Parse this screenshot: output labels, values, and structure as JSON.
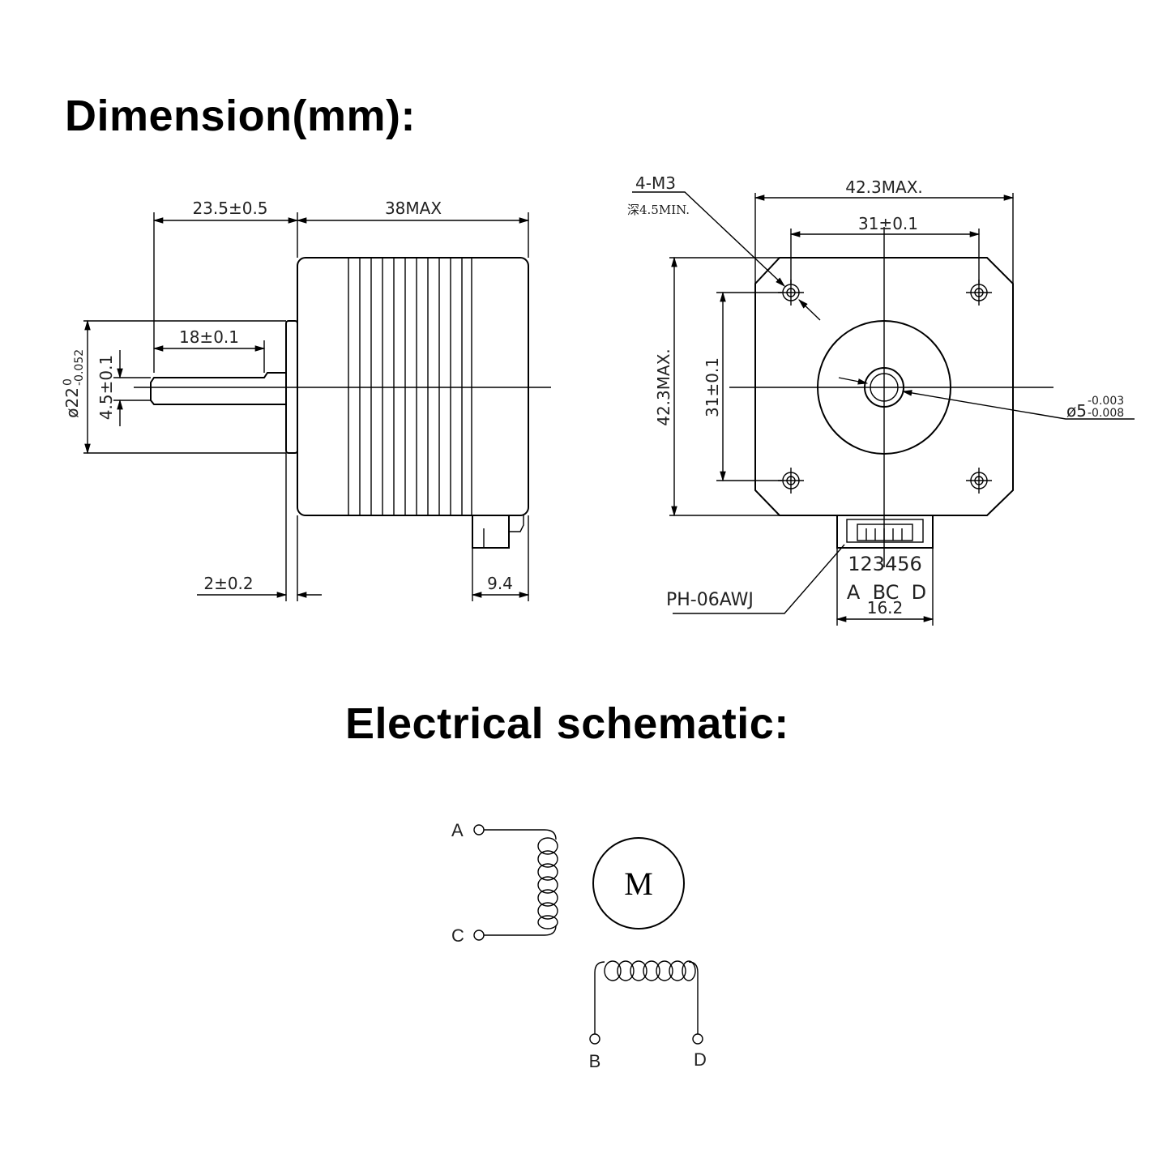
{
  "headings": {
    "dimension": "Dimension(mm):",
    "electrical": "Electrical schematic:"
  },
  "side_view": {
    "shaft_extension": "23.5±0.5",
    "body_length": "38MAX",
    "flat_length": "18±0.1",
    "flat_depth": "4.5±0.1",
    "boss_diameter_main": "ø22",
    "boss_diameter_tol_upper": "0",
    "boss_diameter_tol_lower": "-0.052",
    "boss_height": "2±0.2",
    "connector_depth": "9.4"
  },
  "front_view": {
    "mount_holes": "4-M3",
    "hole_depth": "深4.5MIN.",
    "width_max": "42.3MAX.",
    "hole_spacing_h": "31±0.1",
    "height_max": "42.3MAX.",
    "hole_spacing_v": "31±0.1",
    "shaft_diameter": "ø5",
    "shaft_tol_upper": "-0.003",
    "shaft_tol_lower": "-0.008",
    "connector_pins": "123456",
    "connector_wires": "A  BC  D",
    "connector_width": "16.2",
    "connector_part": "PH-06AWJ"
  },
  "schematic": {
    "motor_label": "M",
    "terminals": [
      "A",
      "C",
      "B",
      "D"
    ]
  }
}
